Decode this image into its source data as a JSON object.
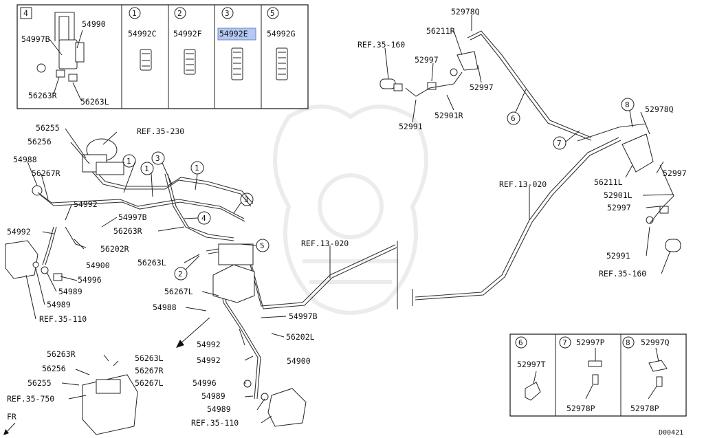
{
  "diagram": {
    "code": "D00421",
    "fr_label": "FR",
    "watermark": "samurai-helmet-watermark"
  },
  "inset_top": {
    "cells": [
      {
        "num": "4",
        "parts": [
          "54997B",
          "54990",
          "56263R",
          "56263L"
        ]
      },
      {
        "num": "1",
        "part": "54992C"
      },
      {
        "num": "2",
        "part": "54992F"
      },
      {
        "num": "3",
        "part": "54992E",
        "highlighted": true
      },
      {
        "num": "5",
        "part": "54992G"
      }
    ]
  },
  "inset_bottom": {
    "cells": [
      {
        "num": "6",
        "parts": [
          "52997T"
        ]
      },
      {
        "num": "7",
        "parts": [
          "52997P",
          "52978P"
        ]
      },
      {
        "num": "8",
        "parts": [
          "52997Q",
          "52978P"
        ]
      }
    ]
  },
  "labels": {
    "l52978Q_top": "52978Q",
    "l56211R": "56211R",
    "lref35160_a": "REF.35-160",
    "l52997_a": "52997",
    "l52997_b": "52997",
    "l52901R": "52901R",
    "l52991_a": "52991",
    "l52978Q_r": "52978Q",
    "l52997_c": "52997",
    "l56211L": "56211L",
    "l52901L": "52901L",
    "l52997_d": "52997",
    "l52991_b": "52991",
    "lref35160_b": "REF.35-160",
    "lref13020_a": "REF.13-020",
    "lref13020_b": "REF.13-020",
    "l56255_a": "56255",
    "l56256_a": "56256",
    "lref35230": "REF.35-230",
    "l54988_a": "54988",
    "l56267R_a": "56267R",
    "l54992_a": "54992",
    "l54997B_a": "54997B",
    "l54992_b": "54992",
    "l56263R_a": "56263R",
    "l56202R": "56202R",
    "l54900_a": "54900",
    "l56263L_a": "56263L",
    "l54996_a": "54996",
    "l54989_a": "54989",
    "l54989_b": "54989",
    "lref35110_a": "REF.35-110",
    "l56267L_a": "56267L",
    "l54988_b": "54988",
    "l54997B_b": "54997B",
    "l54992_c": "54992",
    "l56202L": "56202L",
    "l54992_d": "54992",
    "l54900_b": "54900",
    "l54996_b": "54996",
    "l54989_c": "54989",
    "l54989_d": "54989",
    "lref35110_b": "REF.35-110",
    "l56263R_b": "56263R",
    "l56263L_b": "56263L",
    "l56256_b": "56256",
    "l56267R_b": "56267R",
    "l56255_b": "56255",
    "l56267L_b": "56267L",
    "lref35750": "REF.35-750"
  },
  "callouts": {
    "c1a": "1",
    "c1b": "1",
    "c1c": "1",
    "c2": "2",
    "c3a": "3",
    "c3b": "3",
    "c4": "4",
    "c5": "5",
    "c6": "6",
    "c7": "7",
    "c8": "8"
  }
}
